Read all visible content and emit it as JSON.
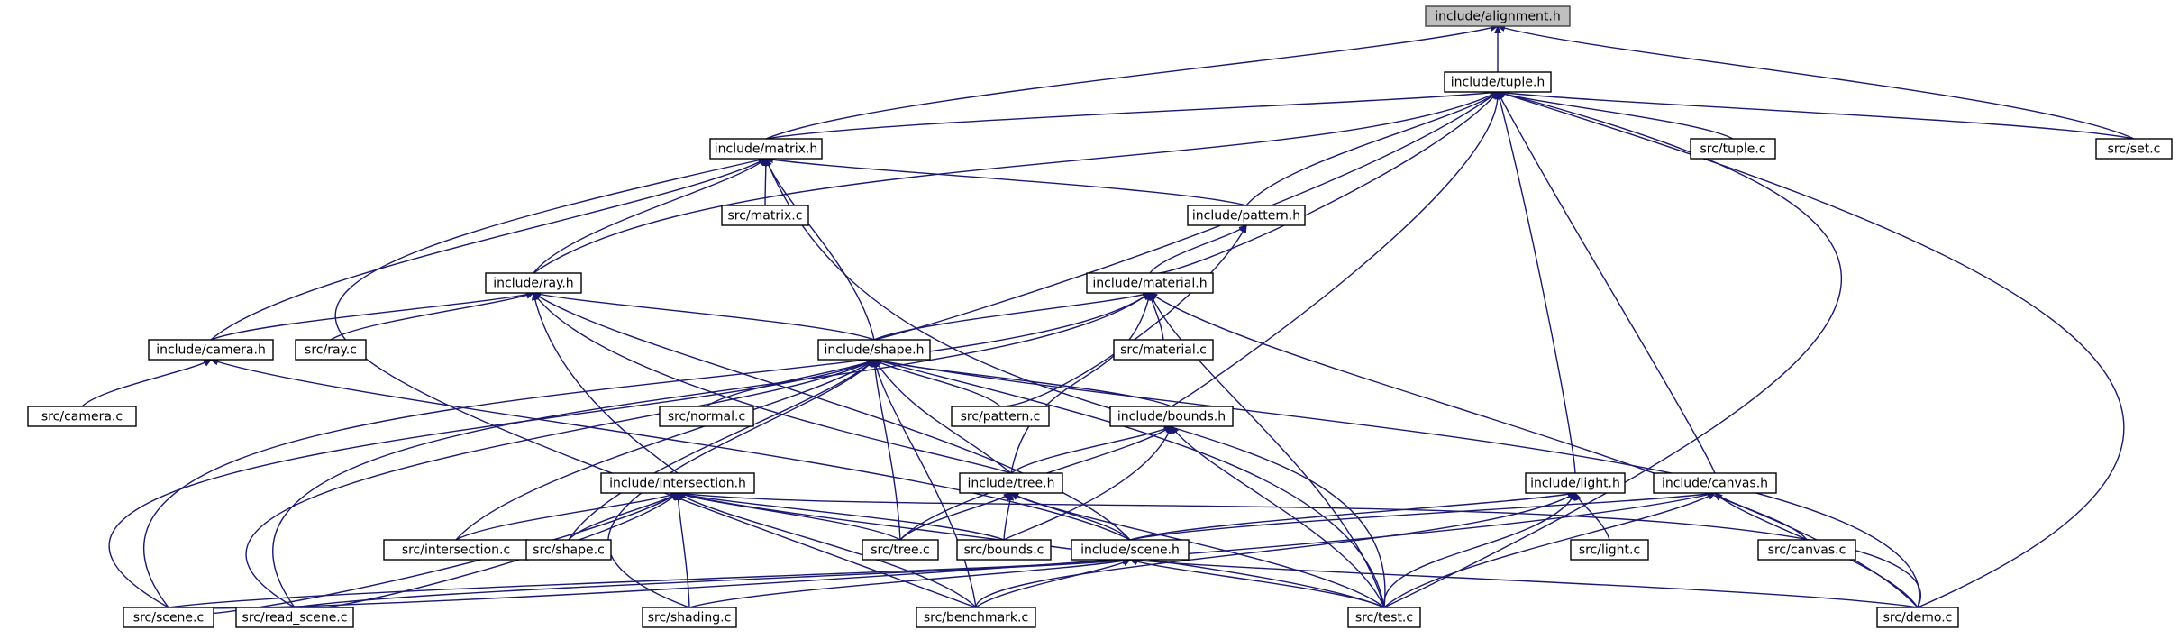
{
  "diagram": {
    "nodes": {
      "alignment": "include/alignment.h",
      "tuple": "include/tuple.h",
      "matrix": "include/matrix.h",
      "tuple_c": "src/tuple.c",
      "set_c": "src/set.c",
      "matrix_c": "src/matrix.c",
      "pattern": "include/pattern.h",
      "ray": "include/ray.h",
      "material": "include/material.h",
      "camera": "include/camera.h",
      "ray_c": "src/ray.c",
      "shape": "include/shape.h",
      "material_c": "src/material.c",
      "camera_c": "src/camera.c",
      "normal_c": "src/normal.c",
      "pattern_c": "src/pattern.c",
      "bounds": "include/bounds.h",
      "intersection": "include/intersection.h",
      "tree": "include/tree.h",
      "light": "include/light.h",
      "canvas": "include/canvas.h",
      "intersection_c": "src/intersection.c",
      "shape_c": "src/shape.c",
      "tree_c": "src/tree.c",
      "bounds_c": "src/bounds.c",
      "scene": "include/scene.h",
      "light_c": "src/light.c",
      "canvas_c": "src/canvas.c",
      "scene_c": "src/scene.c",
      "read_scene_c": "src/read_scene.c",
      "shading_c": "src/shading.c",
      "benchmark_c": "src/benchmark.c",
      "test_c": "src/test.c",
      "demo_c": "src/demo.c"
    },
    "edges": [
      [
        "tuple",
        "alignment"
      ],
      [
        "matrix",
        "alignment"
      ],
      [
        "set_c",
        "alignment"
      ],
      [
        "matrix",
        "tuple"
      ],
      [
        "tuple_c",
        "tuple"
      ],
      [
        "set_c",
        "tuple"
      ],
      [
        "pattern",
        "tuple"
      ],
      [
        "ray",
        "tuple"
      ],
      [
        "material",
        "tuple"
      ],
      [
        "shape",
        "tuple"
      ],
      [
        "bounds",
        "tuple"
      ],
      [
        "light",
        "tuple"
      ],
      [
        "canvas",
        "tuple"
      ],
      [
        "test_c",
        "tuple"
      ],
      [
        "demo_c",
        "tuple"
      ],
      [
        "matrix_c",
        "matrix"
      ],
      [
        "pattern",
        "matrix"
      ],
      [
        "ray",
        "matrix"
      ],
      [
        "camera",
        "matrix"
      ],
      [
        "shape",
        "matrix"
      ],
      [
        "test_c",
        "matrix"
      ],
      [
        "benchmark_c",
        "matrix"
      ],
      [
        "material",
        "pattern"
      ],
      [
        "pattern_c",
        "pattern"
      ],
      [
        "camera",
        "ray"
      ],
      [
        "ray_c",
        "ray"
      ],
      [
        "shape",
        "ray"
      ],
      [
        "intersection",
        "ray"
      ],
      [
        "tree",
        "ray"
      ],
      [
        "scene",
        "ray"
      ],
      [
        "shape",
        "material"
      ],
      [
        "material_c",
        "material"
      ],
      [
        "tree",
        "material"
      ],
      [
        "scene_c",
        "material"
      ],
      [
        "read_scene_c",
        "material"
      ],
      [
        "test_c",
        "material"
      ],
      [
        "demo_c",
        "material"
      ],
      [
        "camera_c",
        "camera"
      ],
      [
        "scene",
        "camera"
      ],
      [
        "normal_c",
        "shape"
      ],
      [
        "pattern_c",
        "shape"
      ],
      [
        "bounds",
        "shape"
      ],
      [
        "intersection_c",
        "shape"
      ],
      [
        "shape_c",
        "shape"
      ],
      [
        "tree",
        "shape"
      ],
      [
        "tree_c",
        "shape"
      ],
      [
        "scene_c",
        "shape"
      ],
      [
        "read_scene_c",
        "shape"
      ],
      [
        "shading_c",
        "shape"
      ],
      [
        "benchmark_c",
        "shape"
      ],
      [
        "test_c",
        "shape"
      ],
      [
        "demo_c",
        "shape"
      ],
      [
        "tree",
        "bounds"
      ],
      [
        "tree_c",
        "bounds"
      ],
      [
        "bounds_c",
        "bounds"
      ],
      [
        "test_c",
        "bounds"
      ],
      [
        "intersection_c",
        "intersection"
      ],
      [
        "shape_c",
        "intersection"
      ],
      [
        "tree_c",
        "intersection"
      ],
      [
        "scene_c",
        "intersection"
      ],
      [
        "read_scene_c",
        "intersection"
      ],
      [
        "shading_c",
        "intersection"
      ],
      [
        "benchmark_c",
        "intersection"
      ],
      [
        "test_c",
        "intersection"
      ],
      [
        "demo_c",
        "intersection"
      ],
      [
        "bounds_c",
        "intersection"
      ],
      [
        "tree_c",
        "tree"
      ],
      [
        "bounds_c",
        "tree"
      ],
      [
        "scene",
        "tree"
      ],
      [
        "test_c",
        "tree"
      ],
      [
        "scene",
        "light"
      ],
      [
        "light_c",
        "light"
      ],
      [
        "test_c",
        "light"
      ],
      [
        "benchmark_c",
        "light"
      ],
      [
        "scene",
        "canvas"
      ],
      [
        "canvas_c",
        "canvas"
      ],
      [
        "test_c",
        "canvas"
      ],
      [
        "demo_c",
        "canvas"
      ],
      [
        "scene_c",
        "scene"
      ],
      [
        "read_scene_c",
        "scene"
      ],
      [
        "shading_c",
        "scene"
      ],
      [
        "benchmark_c",
        "scene"
      ],
      [
        "test_c",
        "scene"
      ],
      [
        "demo_c",
        "scene"
      ],
      [
        "scene_c",
        "canvas"
      ]
    ]
  },
  "colors": {
    "edge": "#191970",
    "root_fill": "#bfbfbf",
    "node_fill": "#ffffff",
    "node_border": "#000000"
  }
}
